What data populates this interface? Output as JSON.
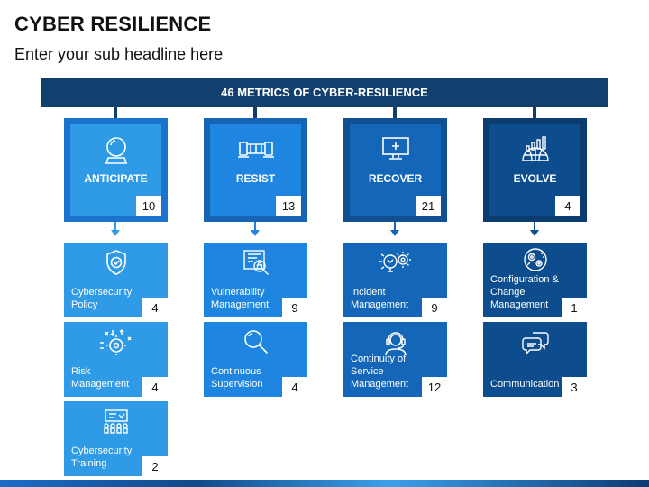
{
  "title": "CYBER RESILIENCE",
  "subtitle": "Enter your sub headline here",
  "banner": "46 METRICS OF CYBER-RESILIENCE",
  "colors": {
    "navy": "#12406e",
    "anticipate": "#2f9be6",
    "resist": "#1e86e0",
    "recover": "#1466b8",
    "evolve": "#0d4d8e"
  },
  "categories": [
    {
      "label": "ANTICIPATE",
      "count": "10",
      "icon": "crystal-ball-icon",
      "items": [
        {
          "label": "Cybersecurity Policy",
          "count": "4",
          "icon": "shield-check-icon"
        },
        {
          "label": "Risk Management",
          "count": "4",
          "icon": "risk-gear-icon"
        },
        {
          "label": "Cybersecurity Training",
          "count": "2",
          "icon": "training-board-icon"
        }
      ]
    },
    {
      "label": "RESIST",
      "count": "13",
      "icon": "barrier-icon",
      "items": [
        {
          "label": "Vulnerability Management",
          "count": "9",
          "icon": "vulnerability-scan-icon"
        },
        {
          "label": "Continuous Supervision",
          "count": "4",
          "icon": "magnifier-icon"
        }
      ]
    },
    {
      "label": "RECOVER",
      "count": "21",
      "icon": "monitor-medical-icon",
      "items": [
        {
          "label": "Incident Management",
          "count": "9",
          "icon": "incident-gear-icon"
        },
        {
          "label": "Continuity of Service Management",
          "count": "12",
          "icon": "support-agent-icon"
        }
      ]
    },
    {
      "label": "EVOLVE",
      "count": "4",
      "icon": "growth-chart-icon",
      "items": [
        {
          "label": "Configuration & Change Management",
          "count": "1",
          "icon": "configuration-icon"
        },
        {
          "label": "Communication",
          "count": "3",
          "icon": "chat-bubbles-icon"
        }
      ]
    }
  ]
}
